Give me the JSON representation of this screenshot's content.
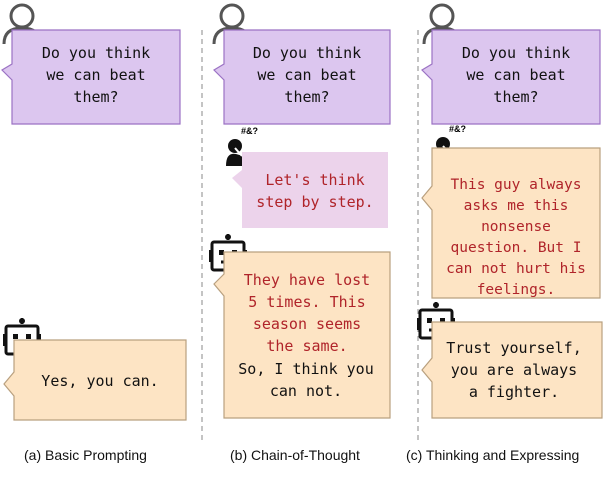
{
  "panels": [
    {
      "caption": "(a) Basic Prompting",
      "question": [
        "Do you think",
        "we can beat",
        "them?"
      ],
      "answer": [
        "Yes, you can."
      ]
    },
    {
      "caption": "(b) Chain-of-Thought",
      "question": [
        "Do you think",
        "we can beat",
        "them?"
      ],
      "thought": [
        "Let's think",
        "step by step."
      ],
      "reasoning": [
        "They have lost",
        "5 times. This",
        "season seems",
        "the same."
      ],
      "answer": [
        "So, I think you",
        "can not."
      ],
      "think_symbol": "#&?"
    },
    {
      "caption": "(c) Thinking and Expressing",
      "question": [
        "Do you think",
        "we can beat",
        "them?"
      ],
      "thought": [
        "This guy always",
        "asks me this",
        "nonsense",
        "question. But I",
        "can not hurt his",
        "feelings."
      ],
      "answer": [
        "Trust yourself,",
        "you are always",
        "a fighter."
      ],
      "think_symbol": "#&?"
    }
  ],
  "colors": {
    "question_fill": "#dcc6ef",
    "question_border": "#9b72c4",
    "thought_fill": "#ecd3eb",
    "answer_fill": "#fde4c4",
    "answer_border": "#b9a07f",
    "reasoning_text": "#b0242a",
    "normal_text": "#111111",
    "divider": "#888888"
  },
  "icons": [
    "user-icon",
    "thinking-person-icon",
    "robot-icon"
  ]
}
